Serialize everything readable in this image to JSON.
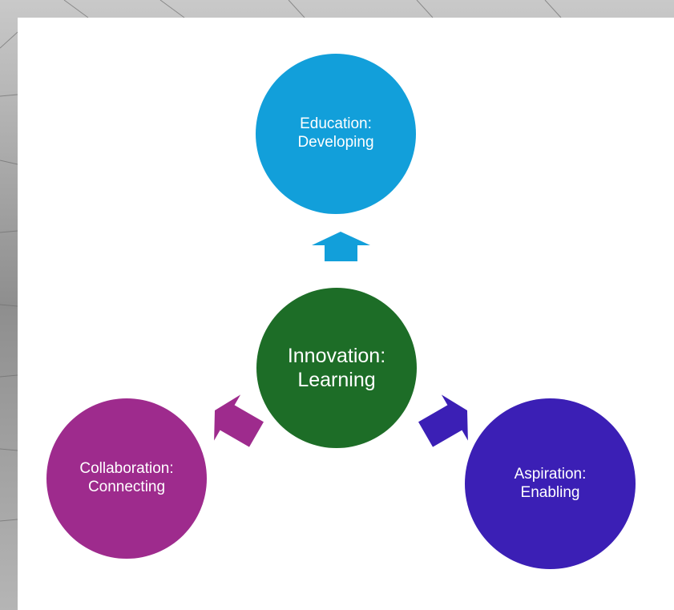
{
  "colors": {
    "education": "#129fda",
    "innovation": "#1d6d27",
    "collaboration": "#9e2b8d",
    "aspiration": "#3b1fb5",
    "background_card": "#ffffff"
  },
  "nodes": {
    "education": {
      "label": "Education:\nDeveloping"
    },
    "innovation": {
      "label": "Innovation:\nLearning"
    },
    "collaboration": {
      "label": "Collaboration:\nConnecting"
    },
    "aspiration": {
      "label": "Aspiration:\nEnabling"
    }
  },
  "arrows": [
    {
      "from": "innovation",
      "to": "education",
      "color": "#129fda",
      "icon": "arrow-up"
    },
    {
      "from": "innovation",
      "to": "collaboration",
      "color": "#9e2b8d",
      "icon": "arrow-up-left"
    },
    {
      "from": "innovation",
      "to": "aspiration",
      "color": "#3b1fb5",
      "icon": "arrow-up-right"
    }
  ]
}
